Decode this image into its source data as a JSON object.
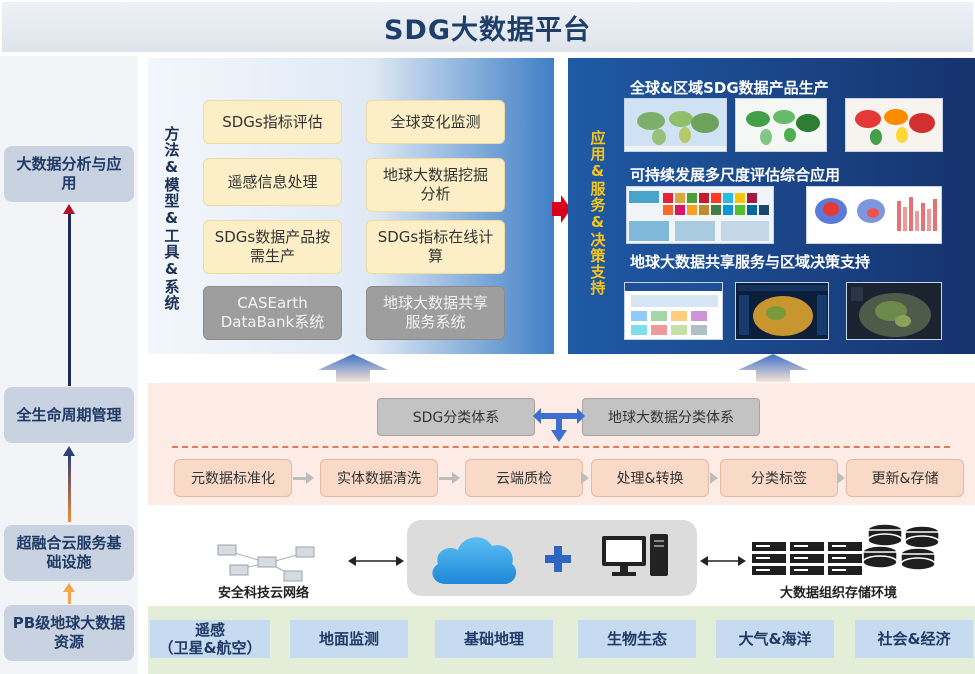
{
  "title": "SDG大数据平台",
  "left_layers": [
    "大数据分析与应用",
    "全生命周期管理",
    "超融合云服务基础设施",
    "PB级地球大数据资源"
  ],
  "methods": {
    "side_label": "方法&模型&工具&系统",
    "boxes": [
      "SDGs指标评估",
      "全球变化监测",
      "遥感信息处理",
      "地球大数据挖掘分析",
      "SDGs数据产品按需生产",
      "SDGs指标在线计算",
      "CASEarth DataBank系统",
      "地球大数据共享服务系统"
    ]
  },
  "applications": {
    "side_label": "应用&服务&决策支持",
    "headings": [
      "全球&区域SDG数据产品生产",
      "可持续发展多尺度评估综合应用",
      "地球大数据共享服务与区域决策支持"
    ]
  },
  "lifecycle": {
    "classification": [
      "SDG分类体系",
      "地球大数据分类体系"
    ],
    "steps": [
      "元数据标准化",
      "实体数据清洗",
      "云端质检",
      "处理&转换",
      "分类标签",
      "更新&存储"
    ]
  },
  "infrastructure": {
    "left_label": "安全科技云网络",
    "right_label": "大数据组织存储环境"
  },
  "resources": [
    "遥感\n（卫星&航空）",
    "地面监测",
    "基础地理",
    "生物生态",
    "大气&海洋",
    "社会&经济"
  ],
  "colors": {
    "title": "#1f3f6b",
    "accent_red": "#c0001e",
    "left_blue": "#c9d2e0",
    "methods_yellow": "#fcefc8",
    "app_navy": "#16336d",
    "side_yellow": "#f6c61d",
    "lifecycle_peach": "#fcece5",
    "resource_green": "#e3eed9"
  }
}
